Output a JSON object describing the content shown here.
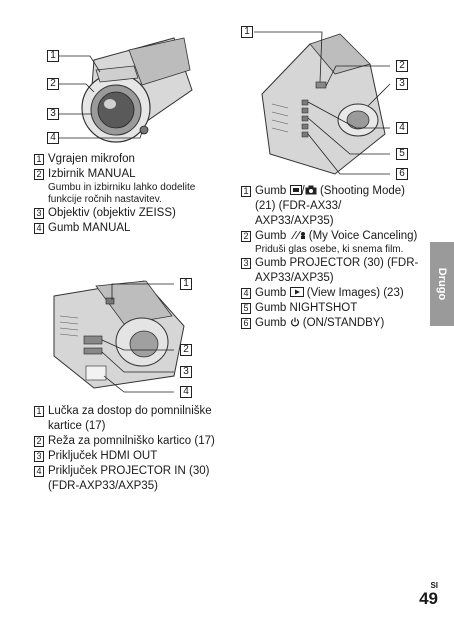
{
  "figure1": {
    "callouts": [
      "1",
      "2",
      "3",
      "4"
    ],
    "items": [
      {
        "num": "1",
        "text": "Vgrajen mikrofon"
      },
      {
        "num": "2",
        "text": "Izbirnik MANUAL",
        "sub": "Gumbu in izbirniku lahko dodelite funkcije ročnih nastavitev."
      },
      {
        "num": "3",
        "text": "Objektiv (objektiv ZEISS)"
      },
      {
        "num": "4",
        "text": "Gumb MANUAL"
      }
    ]
  },
  "figure2": {
    "callouts": [
      "1",
      "2",
      "3",
      "4"
    ],
    "items": [
      {
        "num": "1",
        "text": "Lučka za dostop do pomnilniške kartice (17)"
      },
      {
        "num": "2",
        "text": "Reža za pomnilniško kartico (17)"
      },
      {
        "num": "3",
        "text": "Priključek HDMI OUT"
      },
      {
        "num": "4",
        "text": "Priključek PROJECTOR IN (30) (FDR-AXP33/AXP35)"
      }
    ]
  },
  "figure3": {
    "callouts": [
      "1",
      "2",
      "3",
      "4",
      "5",
      "6"
    ],
    "items": [
      {
        "num": "1",
        "prefix": "Gumb",
        "sep": "/",
        "text": "(Shooting Mode) (21) (FDR-AX33/ AXP33/AXP35)"
      },
      {
        "num": "2",
        "prefix": "Gumb",
        "text": "(My Voice Canceling)",
        "sub": "Priduši glas osebe, ki snema film."
      },
      {
        "num": "3",
        "text": "Gumb PROJECTOR (30) (FDR-AXP33/AXP35)"
      },
      {
        "num": "4",
        "prefix": "Gumb",
        "text": "(View Images) (23)"
      },
      {
        "num": "5",
        "text": "Gumb NIGHTSHOT"
      },
      {
        "num": "6",
        "prefix": "Gumb",
        "text": "(ON/STANDBY)"
      }
    ]
  },
  "side_tab": "Drugo",
  "page": {
    "lang": "SI",
    "number": "49"
  }
}
